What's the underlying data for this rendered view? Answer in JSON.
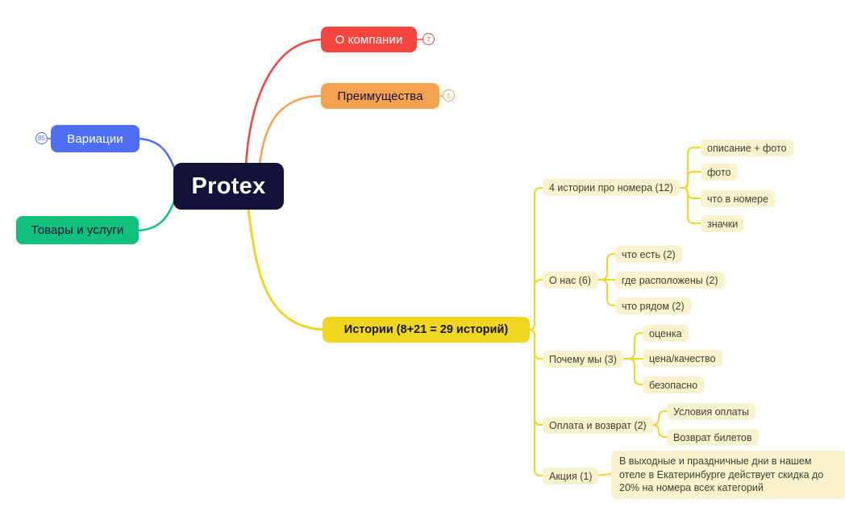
{
  "palette": {
    "red": "#F4463E",
    "orange": "#F5A250",
    "blue": "#4D6EF5",
    "green": "#10C07C",
    "yellow": "#F0D61E",
    "pale_yellow": "#FAF2CC",
    "navy": "#131238"
  },
  "root": {
    "label": "Protex"
  },
  "branches": {
    "about": {
      "label": "О компании",
      "badge": "7"
    },
    "advantages": {
      "label": "Преимущества",
      "badge": "5"
    },
    "variations": {
      "label": "Вариации",
      "badge": "85"
    },
    "products": {
      "label": "Товары и услуги"
    },
    "stories": {
      "label": "Истории (8+21 = 29 историй)",
      "children": [
        {
          "label": "4 истории про номера (12)",
          "children": [
            {
              "label": "описание + фото"
            },
            {
              "label": "фото"
            },
            {
              "label": "что в номере"
            },
            {
              "label": "значки"
            }
          ]
        },
        {
          "label": "О нас (6)",
          "children": [
            {
              "label": "что есть (2)"
            },
            {
              "label": "где расположены (2)"
            },
            {
              "label": "что рядом (2)"
            }
          ]
        },
        {
          "label": "Почему мы (3)",
          "children": [
            {
              "label": "оценка"
            },
            {
              "label": "цена/качество"
            },
            {
              "label": "безопасно"
            }
          ]
        },
        {
          "label": "Оплата и возврат (2)",
          "children": [
            {
              "label": "Условия оплаты"
            },
            {
              "label": "Возврат билетов"
            }
          ]
        },
        {
          "label": "Акция (1)",
          "children": [
            {
              "label": "В выходные и праздничные дни в нашем отеле в Екатеринбурге действует скидка до 20% на номера всех категорий"
            }
          ]
        }
      ]
    }
  }
}
